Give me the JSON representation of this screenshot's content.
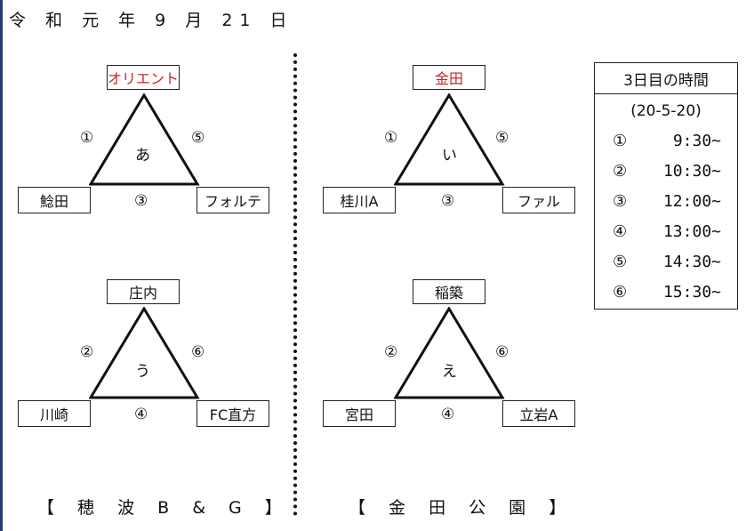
{
  "date": "令 和 元 年 9 月 21 日",
  "venues": {
    "left": "【 穂 波 B & G 】",
    "right": "【 金 田 公 園 】"
  },
  "groups": [
    {
      "id": "a",
      "center": "あ",
      "top": "オリエント",
      "top_highlight": true,
      "bl": "鯰田",
      "br": "フォルテ",
      "left_num": "①",
      "right_num": "⑤",
      "bottom_num": "③"
    },
    {
      "id": "i",
      "center": "い",
      "top": "金田",
      "top_highlight": true,
      "bl": "桂川A",
      "br": "ファル",
      "left_num": "①",
      "right_num": "⑤",
      "bottom_num": "③"
    },
    {
      "id": "u",
      "center": "う",
      "top": "庄内",
      "top_highlight": false,
      "bl": "川崎",
      "br": "FC直方",
      "left_num": "②",
      "right_num": "⑥",
      "bottom_num": "④"
    },
    {
      "id": "e",
      "center": "え",
      "top": "稲築",
      "top_highlight": false,
      "bl": "宮田",
      "br": "立岩A",
      "left_num": "②",
      "right_num": "⑥",
      "bottom_num": "④"
    }
  ],
  "schedule": {
    "title": "3日目の時間",
    "format": "(20-5-20)",
    "slots": [
      {
        "num": "①",
        "time": "9:30~"
      },
      {
        "num": "②",
        "time": "10:30~"
      },
      {
        "num": "③",
        "time": "12:00~"
      },
      {
        "num": "④",
        "time": "13:00~"
      },
      {
        "num": "⑤",
        "time": "14:30~"
      },
      {
        "num": "⑥",
        "time": "15:30~"
      }
    ]
  }
}
